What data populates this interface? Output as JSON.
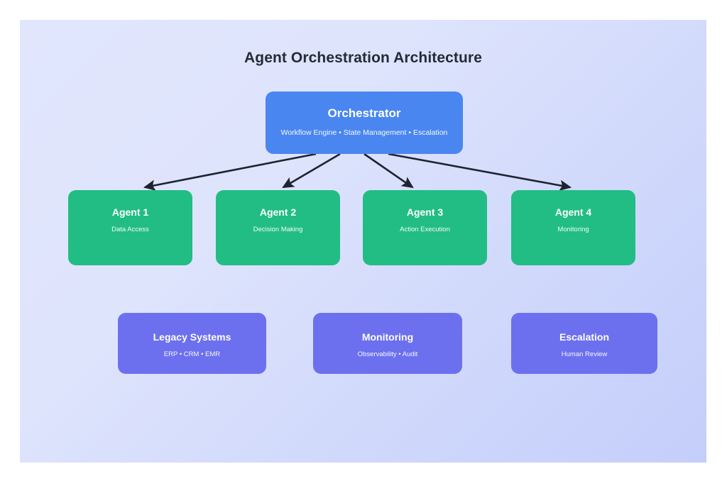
{
  "diagram": {
    "title": "Agent Orchestration Architecture",
    "background": {
      "gradient_from": "#e1e6fd",
      "gradient_to": "#c4cefa"
    },
    "colors": {
      "orchestrator": "#4a86f0",
      "agent": "#22bd84",
      "support": "#6c70ef",
      "arrow": "#1d2330",
      "title_text": "#242b38",
      "node_text": "#ffffff"
    },
    "orchestrator": {
      "title": "Orchestrator",
      "subtitle": "Workflow Engine • State Management • Escalation"
    },
    "agents": [
      {
        "title": "Agent 1",
        "subtitle": "Data Access"
      },
      {
        "title": "Agent 2",
        "subtitle": "Decision Making"
      },
      {
        "title": "Agent 3",
        "subtitle": "Action Execution"
      },
      {
        "title": "Agent 4",
        "subtitle": "Monitoring"
      }
    ],
    "support": [
      {
        "title": "Legacy Systems",
        "subtitle": "ERP • CRM • EMR"
      },
      {
        "title": "Monitoring",
        "subtitle": "Observability • Audit"
      },
      {
        "title": "Escalation",
        "subtitle": "Human Review"
      }
    ],
    "connections": [
      {
        "from": "Orchestrator",
        "to": "Agent 1"
      },
      {
        "from": "Orchestrator",
        "to": "Agent 2"
      },
      {
        "from": "Orchestrator",
        "to": "Agent 3"
      },
      {
        "from": "Orchestrator",
        "to": "Agent 4"
      }
    ]
  }
}
